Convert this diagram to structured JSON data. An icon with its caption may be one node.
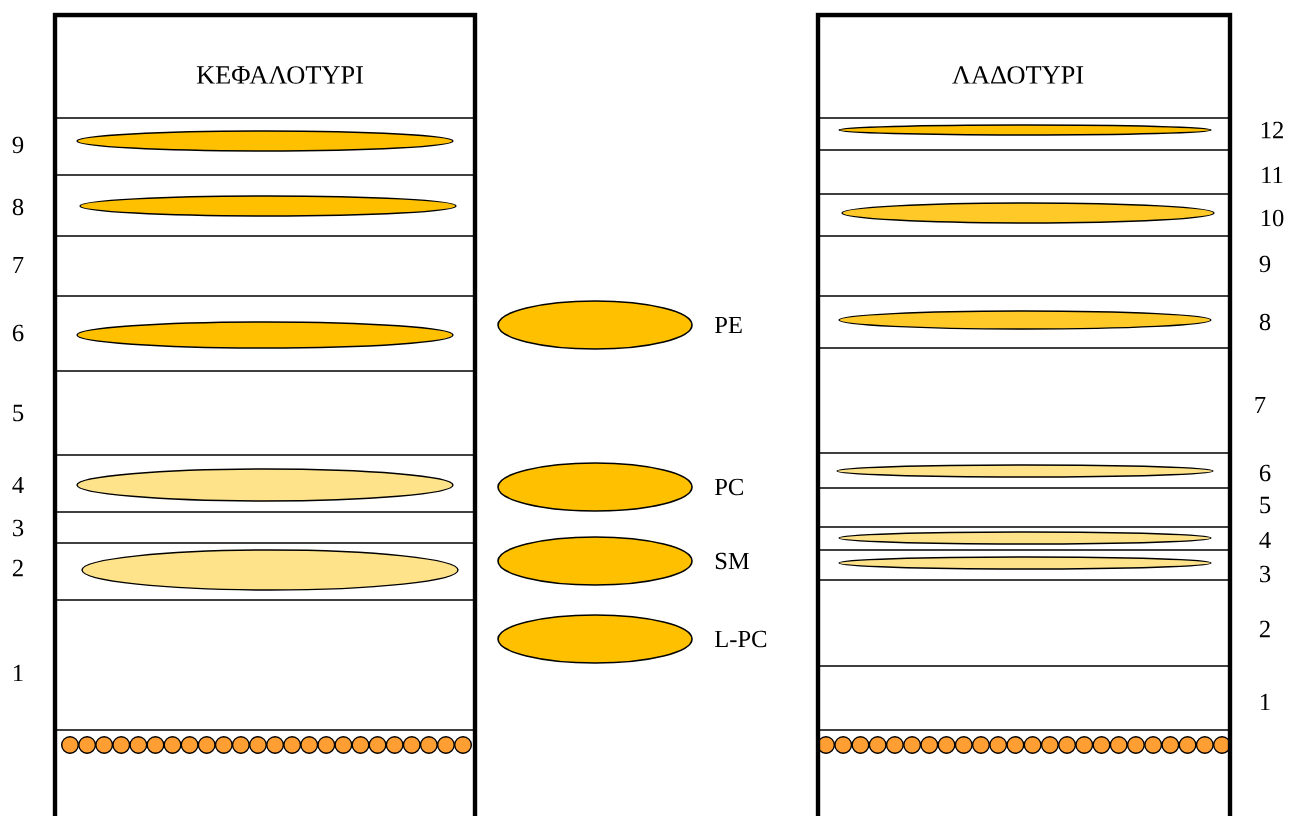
{
  "diagram": {
    "nodes": [
      {
        "text": [
          "ΚΕΦΑΛΟΤΥΡΙ"
        ]
      },
      {
        "text": [
          "ΛΑΔΟΤΥΡΙ"
        ]
      }
    ],
    "labels": [
      "9",
      "8",
      "7",
      "6",
      "5",
      "4",
      "3",
      "2",
      "1",
      "12",
      "11",
      "10",
      "9",
      "8",
      "7",
      "6",
      "5",
      "4",
      "3",
      "2",
      "1"
    ],
    "legend": [
      {
        "text": "PE",
        "color": "#ffc000"
      },
      {
        "text": "PC",
        "color": "#ffc000"
      },
      {
        "text": "SM",
        "color": "#ffc000"
      },
      {
        "text": "L-PC",
        "color": "#ffc000"
      }
    ]
  }
}
